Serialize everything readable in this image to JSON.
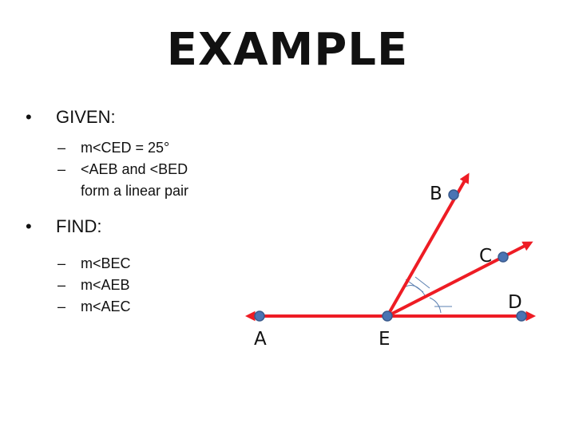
{
  "title": "EXAMPLE",
  "given": {
    "label": "GIVEN:",
    "items": [
      "m<CED = 25°",
      "<AEB and <BED",
      "form a linear pair"
    ]
  },
  "find": {
    "label": "FIND:",
    "items": [
      "m<BEC",
      "m<AEB",
      "m<AEC"
    ]
  },
  "diagram": {
    "points": [
      "A",
      "B",
      "C",
      "D",
      "E"
    ],
    "ray_color": "#ee1c24",
    "point_color": "#4a74b4",
    "point_outline": "#3a5a8c",
    "arc_color": "#5a7fb0"
  }
}
